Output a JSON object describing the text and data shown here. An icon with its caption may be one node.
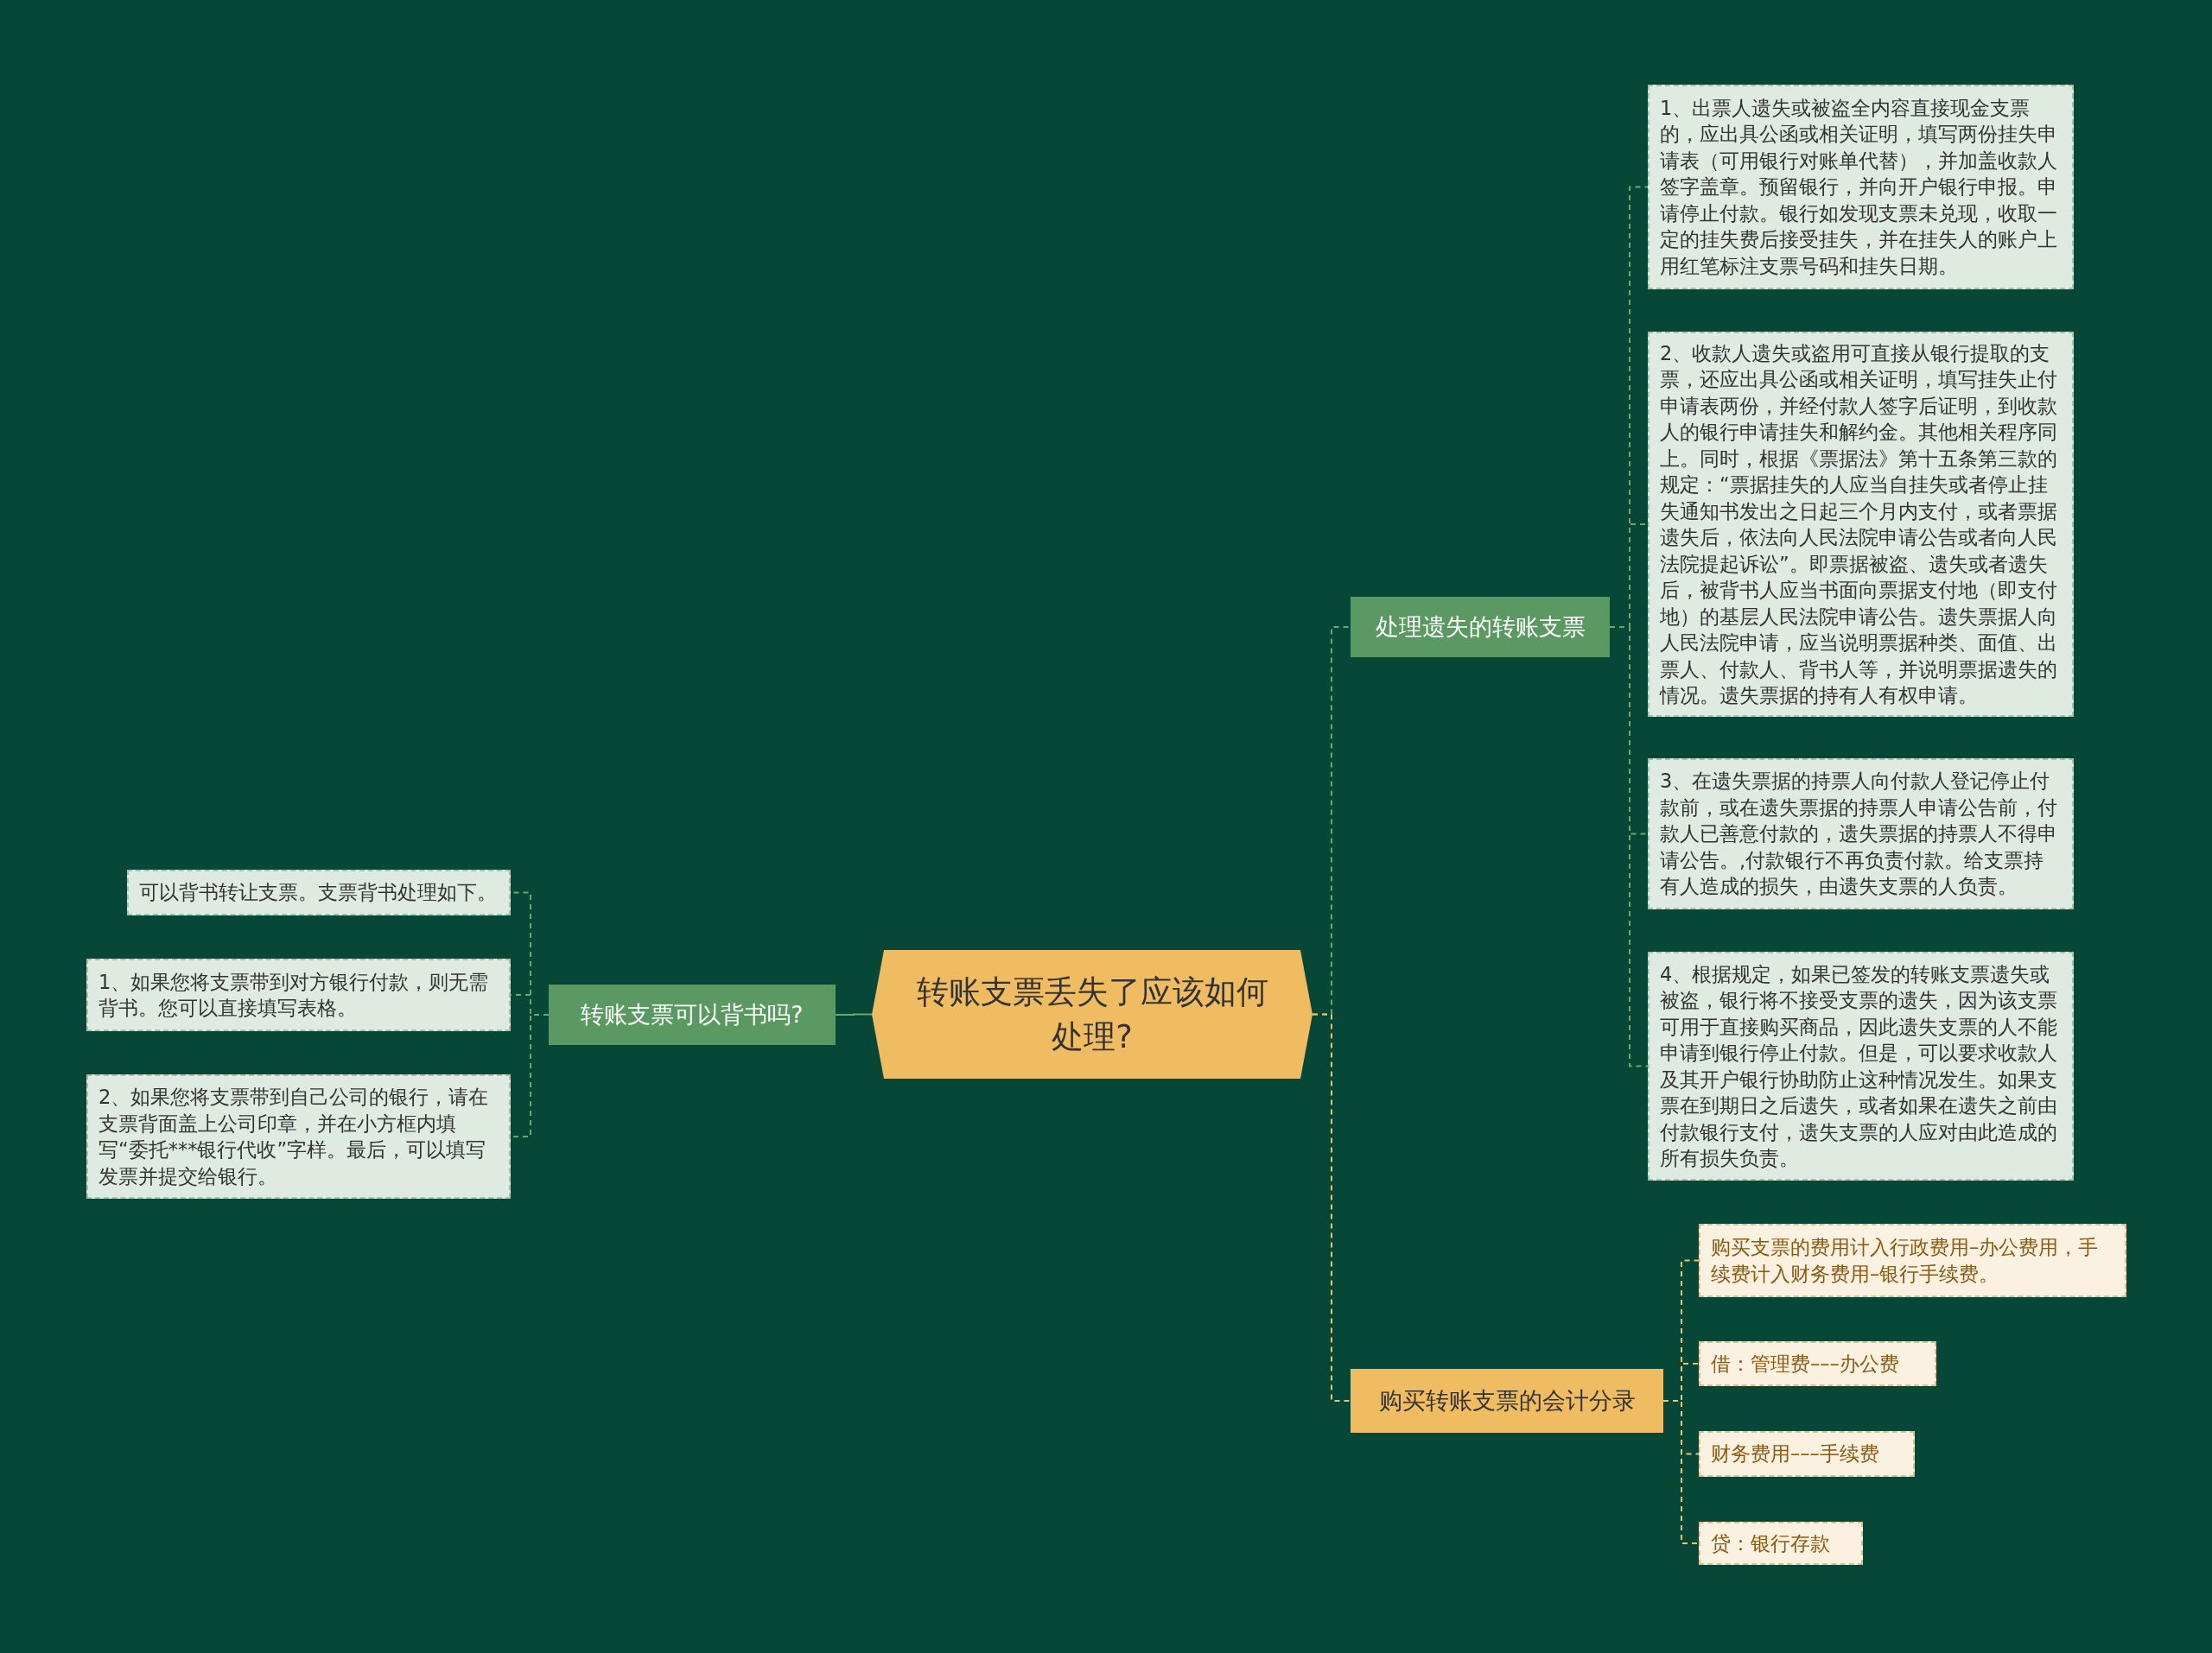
{
  "diagram": {
    "nodes": [
      {
        "text": [
          "转账支票丢失了应该如何处理?"
        ]
      },
      {
        "text": [
          "转账支票可以背书吗?"
        ]
      },
      {
        "text": [
          "可以背书转让支票。支票背书处理如下。"
        ]
      },
      {
        "text": [
          "1、如果您将支票带到对方银行付款，则无需背书。您可以直接填写表格。"
        ]
      },
      {
        "text": [
          "2、如果您将支票带到自己公司的银行，请在支票背面盖上公司印章，并在小方框内填写“委托***银行代收”字样。最后，可以填写发票并提交给银行。"
        ]
      },
      {
        "text": [
          "处理遗失的转账支票"
        ]
      },
      {
        "text": [
          "1、出票人遗失或被盗全内容直接现金支票的，应出具公函或相关证明，填写两份挂失申请表（可用银行对账单代替），并加盖收款人签字盖章。预留银行，并向开户银行申报。申请停止付款。银行如发现支票未兑现，收取一定的挂失费后接受挂失，并在挂失人的账户上用红笔标注支票号码和挂失日期。"
        ]
      },
      {
        "text": [
          "2、收款人遗失或盗用可直接从银行提取的支票，还应出具公函或相关证明，填写挂失止付申请表两份，并经付款人签字后证明，到收款人的银行申请挂失和解约金。其他相关程序同上。同时，根据《票据法》第十五条第三款的规定：“票据挂失的人应当自挂失或者停止挂失通知书发出之日起三个月内支付，或者票据遗失后，依法向人民法院申请公告或者向人民法院提起诉讼”。即票据被盗、遗失或者遗失后，被背书人应当书面向票据支付地（即支付地）的基层人民法院申请公告。遗失票据人向人民法院申请，应当说明票据种类、面值、出票人、付款人、背书人等，并说明票据遗失的情况。遗失票据的持有人有权申请。"
        ]
      },
      {
        "text": [
          "3、在遗失票据的持票人向付款人登记停止付款前，或在遗失票据的持票人申请公告前，付款人已善意付款的，遗失票据的持票人不得申请公告。,付款银行不再负责付款。给支票持有人造成的损失，由遗失支票的人负责。"
        ]
      },
      {
        "text": [
          "4、根据规定，如果已签发的转账支票遗失或被盗，银行将不接受支票的遗失，因为该支票可用于直接购买商品，因此遗失支票的人不能申请到银行停止付款。但是，可以要求收款人及其开户银行协助防止这种情况发生。如果支票在到期日之后遗失，或者如果在遗失之前由付款银行支付，遗失支票的人应对由此造成的所有损失负责。"
        ]
      },
      {
        "text": [
          "购买转账支票的会计分录"
        ]
      },
      {
        "text": [
          "购买支票的费用计入行政费用–办公费用，手续费计入财务费用–银行手续费。"
        ]
      },
      {
        "text": [
          "借：管理费–––办公费"
        ]
      },
      {
        "text": [
          "财务费用–––手续费"
        ]
      },
      {
        "text": [
          "贷：银行存款"
        ]
      }
    ],
    "edges": [
      {
        "from": 0,
        "to": 1,
        "arrow": "none"
      },
      {
        "from": 1,
        "to": 2,
        "arrow": "none",
        "style": "dashed"
      },
      {
        "from": 1,
        "to": 3,
        "arrow": "none",
        "style": "dashed"
      },
      {
        "from": 1,
        "to": 4,
        "arrow": "none",
        "style": "dashed"
      },
      {
        "from": 0,
        "to": 5,
        "arrow": "none",
        "style": "dashed"
      },
      {
        "from": 5,
        "to": 6,
        "arrow": "none",
        "style": "dashed"
      },
      {
        "from": 5,
        "to": 7,
        "arrow": "none",
        "style": "dashed"
      },
      {
        "from": 5,
        "to": 8,
        "arrow": "none",
        "style": "dashed"
      },
      {
        "from": 5,
        "to": 9,
        "arrow": "none",
        "style": "dashed"
      },
      {
        "from": 0,
        "to": 10,
        "arrow": "none",
        "style": "dashed",
        "color": "#e8c46c"
      },
      {
        "from": 10,
        "to": 11,
        "arrow": "none",
        "style": "dashed",
        "color": "#e8c46c"
      },
      {
        "from": 10,
        "to": 12,
        "arrow": "none",
        "style": "dashed",
        "color": "#e8c46c"
      },
      {
        "from": 10,
        "to": 13,
        "arrow": "none",
        "style": "dashed",
        "color": "#e8c46c"
      },
      {
        "from": 10,
        "to": 14,
        "arrow": "none",
        "style": "dashed",
        "color": "#e8c46c"
      }
    ]
  }
}
